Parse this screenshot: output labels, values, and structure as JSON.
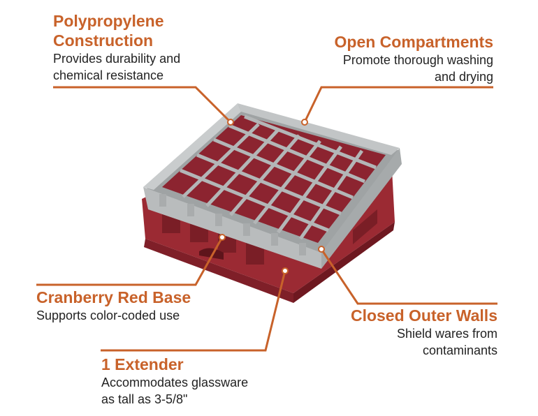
{
  "callouts": {
    "polypropylene": {
      "title_line1": "Polypropylene",
      "title_line2": "Construction",
      "desc_line1": "Provides durability and",
      "desc_line2": "chemical resistance"
    },
    "open_compartments": {
      "title": "Open Compartments",
      "desc_line1": "Promote thorough washing",
      "desc_line2": "and drying"
    },
    "cranberry": {
      "title": "Cranberry Red Base",
      "desc": "Supports color-coded use"
    },
    "closed_walls": {
      "title": "Closed Outer Walls",
      "desc_line1": "Shield wares from",
      "desc_line2": "contaminants"
    },
    "extender": {
      "title": "1 Extender",
      "desc_line1": "Accommodates glassware",
      "desc_line2": "as tall as 3-5/8\""
    }
  },
  "colors": {
    "accent": "#c8622a",
    "text": "#222222",
    "rack_gray": "#b9bcbd",
    "rack_red": "#9b2a33"
  }
}
